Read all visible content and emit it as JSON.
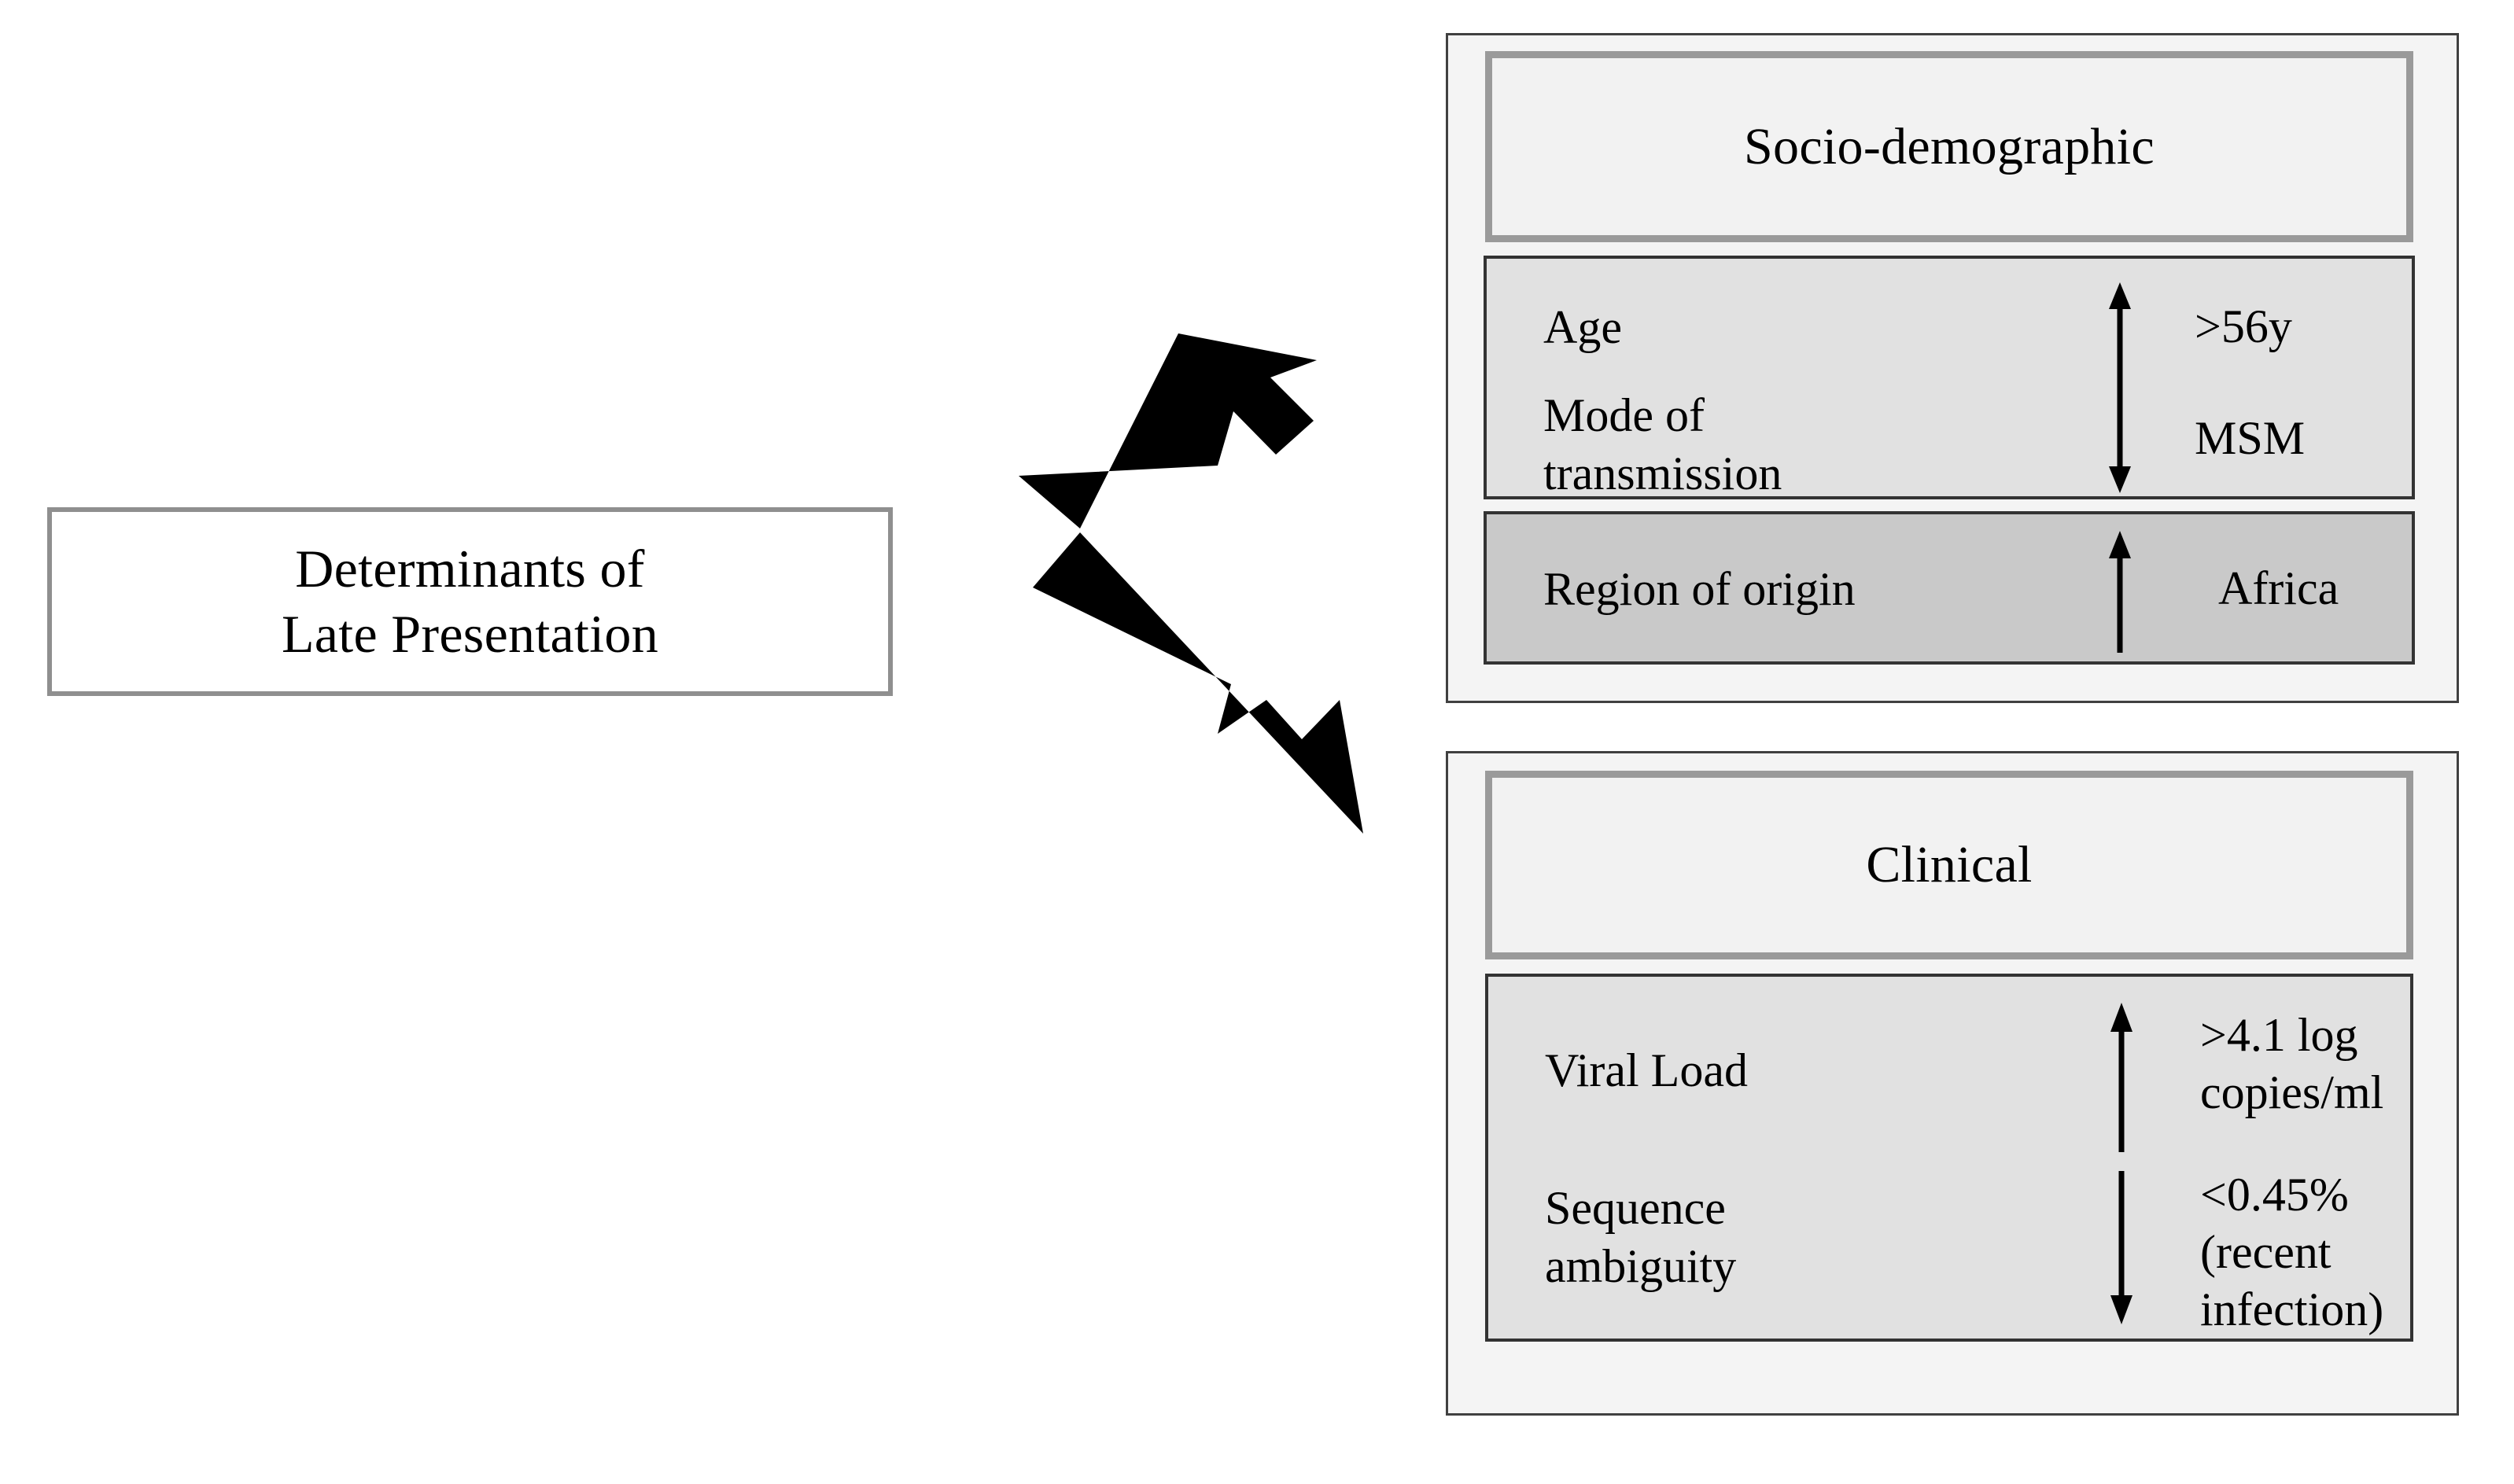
{
  "source": {
    "title_line1": "Determinants of",
    "title_line2": "Late Presentation"
  },
  "connector": {
    "icon": "double-chevron-arrow",
    "description": "Two black block arrows branching up-right and down-right"
  },
  "groups": [
    {
      "id": "socio-demographic",
      "header": "Socio-demographic",
      "panels": [
        {
          "shade": "light",
          "rows": [
            {
              "label": "Age",
              "arrow": "up-arrow",
              "direction": "up",
              "value": "&gt;56y"
            },
            {
              "label": "Mode of transmission",
              "arrow": "down-arrow",
              "direction": "down",
              "value": "MSM"
            }
          ]
        },
        {
          "shade": "dark",
          "rows": [
            {
              "label": "Region of origin",
              "arrow": "up-arrow",
              "direction": "up",
              "value": "Africa"
            }
          ]
        }
      ]
    },
    {
      "id": "clinical",
      "header": "Clinical",
      "panels": [
        {
          "shade": "light",
          "rows": [
            {
              "label": "Viral Load",
              "arrow": "up-arrow",
              "direction": "up",
              "value": "&gt;4.1 log copies/ml"
            },
            {
              "label": "Sequence ambiguity",
              "arrow": "down-arrow",
              "direction": "down",
              "value": "&lt;0.45% (recent infection)"
            }
          ]
        }
      ]
    }
  ],
  "text": {
    "socio_header": "Socio-demographic",
    "clinical_header": "Clinical",
    "age_label": "Age",
    "age_value": ">56y",
    "transmission_label_l1": "Mode of",
    "transmission_label_l2": "transmission",
    "transmission_value": "MSM",
    "region_label": "Region of origin",
    "region_value": "Africa",
    "viralload_label": "Viral Load",
    "viralload_value_l1": ">4.1 log",
    "viralload_value_l2": "copies/ml",
    "ambiguity_label_l1": "Sequence",
    "ambiguity_label_l2": "ambiguity",
    "ambiguity_value_l1": "<0.45%",
    "ambiguity_value_l2": "(recent",
    "ambiguity_value_l3": "infection)"
  },
  "colors": {
    "background": "#ffffff",
    "group_border": "#404040",
    "group_fill": "#f4f4f4",
    "header_border": "#9a9a9a",
    "header_fill": "#f2f2f2",
    "panel_border": "#333333",
    "panel_light": "#e1e1e1",
    "panel_dark": "#c9c9c9",
    "source_border": "#8f8f8f",
    "arrow_black": "#000000",
    "text": "#000000"
  }
}
